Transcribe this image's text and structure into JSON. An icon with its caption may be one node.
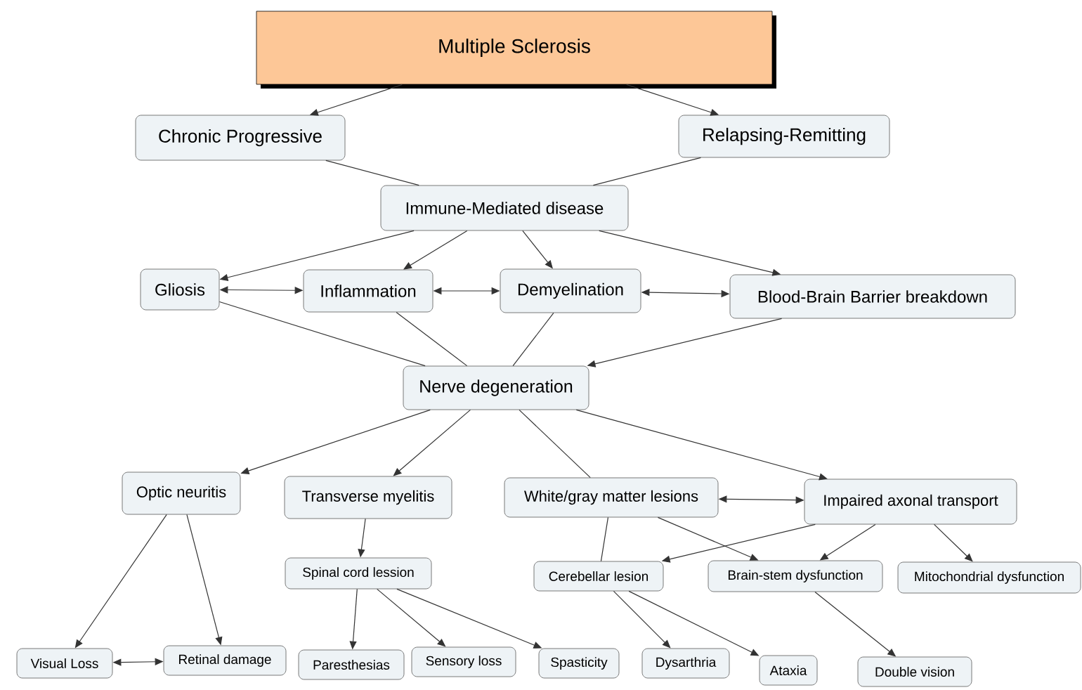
{
  "diagram": {
    "nodes": [
      {
        "text": [
          "Multiple Sclerosis"
        ]
      },
      {
        "text": [
          "Chronic Progressive"
        ]
      },
      {
        "text": [
          "Relapsing-Remitting"
        ]
      },
      {
        "text": [
          "Immune-Mediated disease"
        ]
      },
      {
        "text": [
          "Gliosis"
        ]
      },
      {
        "text": [
          "Inflammation"
        ]
      },
      {
        "text": [
          "Demyelination"
        ]
      },
      {
        "text": [
          "Blood-Brain Barrier breakdown"
        ]
      },
      {
        "text": [
          "Nerve degeneration"
        ]
      },
      {
        "text": [
          "Optic neuritis"
        ]
      },
      {
        "text": [
          "Transverse myelitis"
        ]
      },
      {
        "text": [
          "White/gray matter lesions"
        ]
      },
      {
        "text": [
          "Impaired axonal transport"
        ]
      },
      {
        "text": [
          "Spinal cord lession"
        ]
      },
      {
        "text": [
          "Cerebellar lesion"
        ]
      },
      {
        "text": [
          "Brain-stem dysfunction"
        ]
      },
      {
        "text": [
          "Mitochondrial dysfunction"
        ]
      },
      {
        "text": [
          "Visual Loss"
        ]
      },
      {
        "text": [
          "Retinal damage"
        ]
      },
      {
        "text": [
          "Paresthesias"
        ]
      },
      {
        "text": [
          "Sensory loss"
        ]
      },
      {
        "text": [
          "Spasticity"
        ]
      },
      {
        "text": [
          "Dysarthria"
        ]
      },
      {
        "text": [
          "Ataxia"
        ]
      },
      {
        "text": [
          "Double vision"
        ]
      }
    ],
    "edges": [
      {
        "from": 0,
        "to": 1,
        "arrow": "to"
      },
      {
        "from": 0,
        "to": 2,
        "arrow": "to"
      },
      {
        "from": 1,
        "to": 3,
        "arrow": "none"
      },
      {
        "from": 2,
        "to": 3,
        "arrow": "none"
      },
      {
        "from": 3,
        "to": 4,
        "arrow": "to"
      },
      {
        "from": 3,
        "to": 5,
        "arrow": "to"
      },
      {
        "from": 3,
        "to": 6,
        "arrow": "to"
      },
      {
        "from": 3,
        "to": 7,
        "arrow": "to"
      },
      {
        "from": 4,
        "to": 5,
        "arrow": "both"
      },
      {
        "from": 5,
        "to": 6,
        "arrow": "both"
      },
      {
        "from": 6,
        "to": 7,
        "arrow": "both"
      },
      {
        "from": 4,
        "to": 8,
        "arrow": "none"
      },
      {
        "from": 5,
        "to": 8,
        "arrow": "none"
      },
      {
        "from": 6,
        "to": 8,
        "arrow": "none"
      },
      {
        "from": 7,
        "to": 8,
        "arrow": "to"
      },
      {
        "from": 8,
        "to": 9,
        "arrow": "to"
      },
      {
        "from": 8,
        "to": 10,
        "arrow": "to"
      },
      {
        "from": 8,
        "to": 11,
        "arrow": "none"
      },
      {
        "from": 8,
        "to": 12,
        "arrow": "to"
      },
      {
        "from": 9,
        "to": 17,
        "arrow": "to"
      },
      {
        "from": 9,
        "to": 18,
        "arrow": "to"
      },
      {
        "from": 17,
        "to": 18,
        "arrow": "both"
      },
      {
        "from": 10,
        "to": 13,
        "arrow": "to"
      },
      {
        "from": 13,
        "to": 19,
        "arrow": "to"
      },
      {
        "from": 13,
        "to": 20,
        "arrow": "to"
      },
      {
        "from": 13,
        "to": 21,
        "arrow": "to"
      },
      {
        "from": 11,
        "to": 12,
        "arrow": "both"
      },
      {
        "from": 11,
        "to": 14,
        "arrow": "none"
      },
      {
        "from": 12,
        "to": 14,
        "arrow": "to"
      },
      {
        "from": 11,
        "to": 15,
        "arrow": "to"
      },
      {
        "from": 12,
        "to": 15,
        "arrow": "to"
      },
      {
        "from": 12,
        "to": 16,
        "arrow": "to"
      },
      {
        "from": 14,
        "to": 22,
        "arrow": "to"
      },
      {
        "from": 14,
        "to": 23,
        "arrow": "to"
      },
      {
        "from": 15,
        "to": 24,
        "arrow": "to"
      }
    ]
  }
}
